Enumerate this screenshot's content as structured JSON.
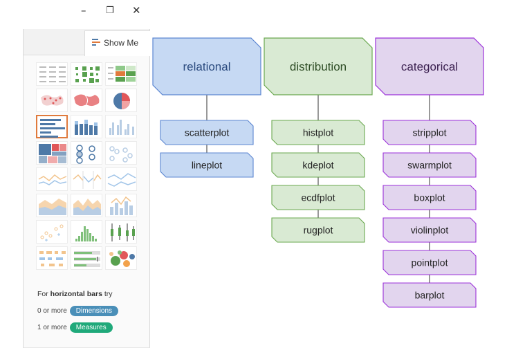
{
  "window": {
    "minimize_glyph": "–",
    "restore_glyph": "❐",
    "close_glyph": "✕"
  },
  "panel": {
    "tab_label": "Show Me",
    "hint_prefix": "For ",
    "hint_bold": "horizontal bars",
    "hint_suffix": " try",
    "dimensions_prefix": "0 or more",
    "dimensions_label": "Dimensions",
    "measures_prefix": "1 or more",
    "measures_label": "Measures"
  },
  "diagram": {
    "columns": [
      {
        "title": "relational",
        "fill": "#c6d9f3",
        "stroke": "#5b86d1",
        "text": "#2a4a7e",
        "items": [
          "scatterplot",
          "lineplot"
        ]
      },
      {
        "title": "distribution",
        "fill": "#d9ead3",
        "stroke": "#6aa84f",
        "text": "#2e4d25",
        "items": [
          "histplot",
          "kdeplot",
          "ecdfplot",
          "rugplot"
        ]
      },
      {
        "title": "categorical",
        "fill": "#e2d5ee",
        "stroke": "#9b30d9",
        "text": "#3b2050",
        "items": [
          "stripplot",
          "swarmplot",
          "boxplot",
          "violinplot",
          "pointplot",
          "barplot"
        ]
      }
    ]
  },
  "colors": {
    "accent_orange": "#e07a3c",
    "tile_blue": "#4e79a7",
    "tile_red": "#e15759",
    "tile_green": "#59a14f"
  }
}
